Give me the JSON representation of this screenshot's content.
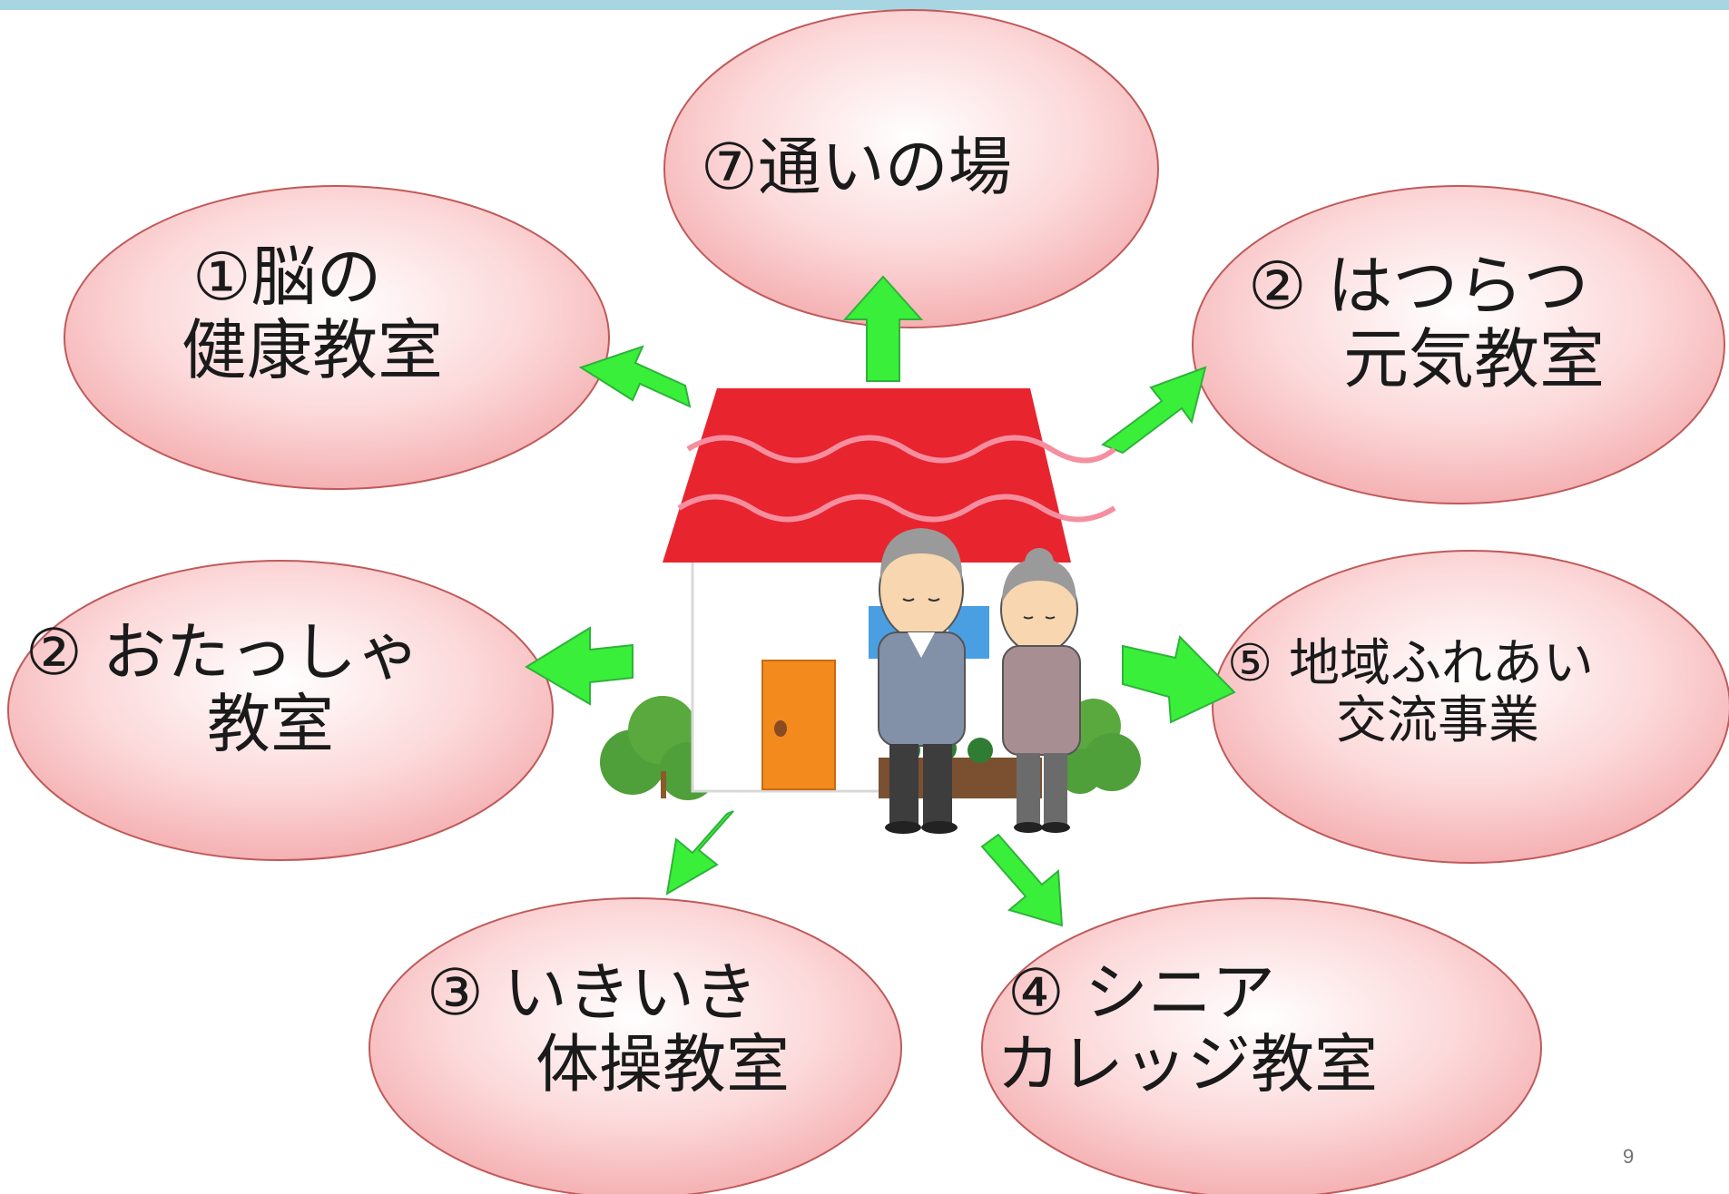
{
  "slide": {
    "page_number": "9",
    "accent_bar_color": "#a7d6e2",
    "bubble_fill_color": "#f6b7b9",
    "bubble_outline_color": "#c05a5a",
    "arrow_color": "#39ef3a"
  },
  "center": {
    "illustration": "house-with-elderly-couple"
  },
  "items": {
    "top": {
      "line1": "⑦通いの場"
    },
    "upper_left": {
      "line1": "①脳の",
      "line2": "健康教室"
    },
    "upper_right": {
      "line1": "② はつらつ",
      "line2": "元気教室"
    },
    "middle_left": {
      "line1": "② おたっしゃ",
      "line2": "教室"
    },
    "middle_right": {
      "line1": "⑤ 地域ふれあい",
      "line2": "交流事業"
    },
    "lower_left": {
      "line1": "③ いきいき",
      "line2": "体操教室"
    },
    "lower_right": {
      "line1": "④ シニア",
      "line2": "カレッジ教室"
    }
  }
}
